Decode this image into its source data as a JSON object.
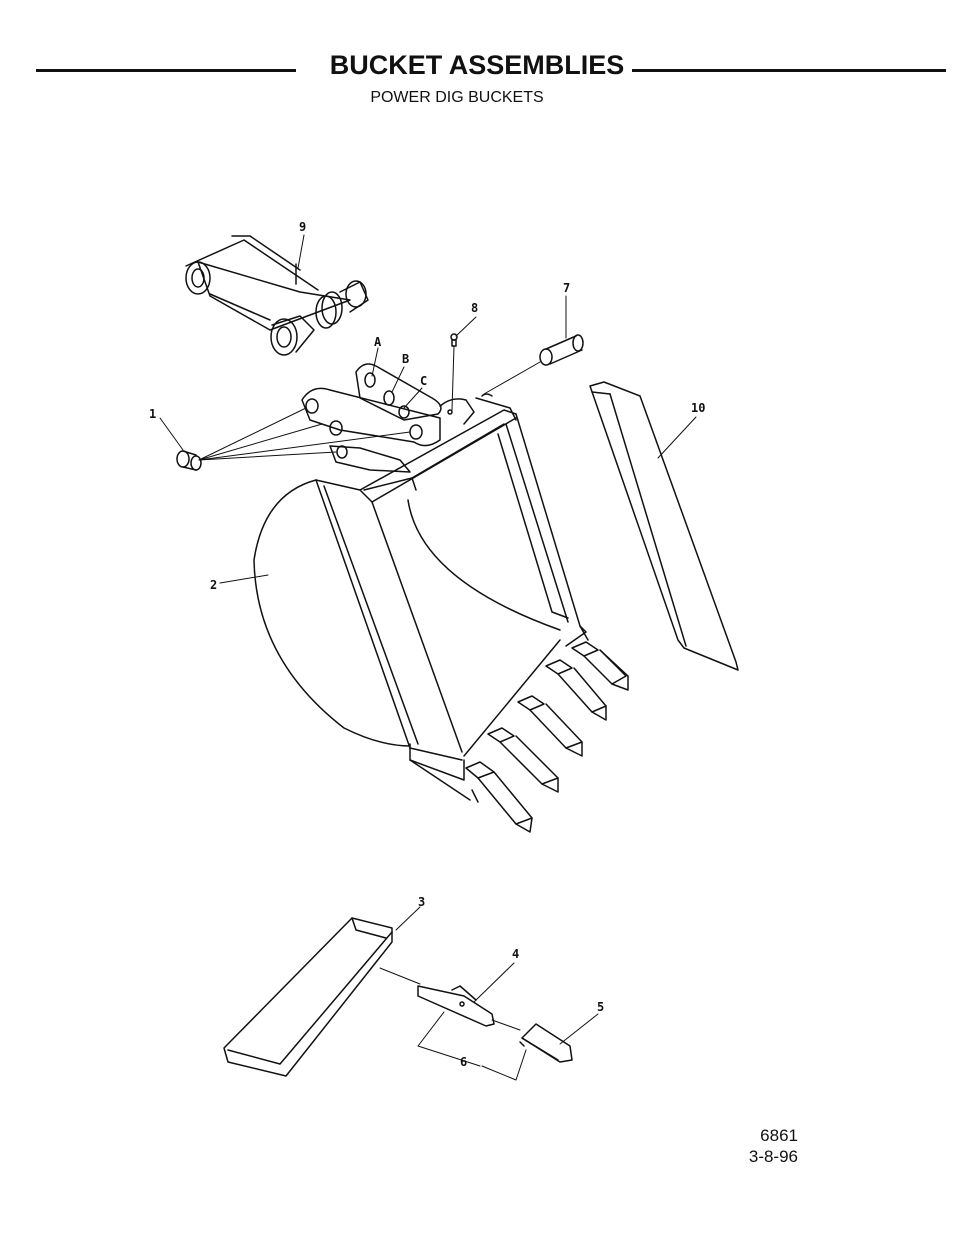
{
  "header": {
    "title": "BUCKET ASSEMBLIES",
    "subtitle": "POWER DIG BUCKETS"
  },
  "callouts": {
    "c1": "1",
    "c2": "2",
    "c3": "3",
    "c4": "4",
    "c5": "5",
    "c6": "6",
    "c7": "7",
    "c8": "8",
    "c9": "9",
    "c10": "10",
    "cA": "A",
    "cB": "B",
    "cC": "C"
  },
  "footer": {
    "drawing_number": "6861",
    "date": "3-8-96"
  }
}
